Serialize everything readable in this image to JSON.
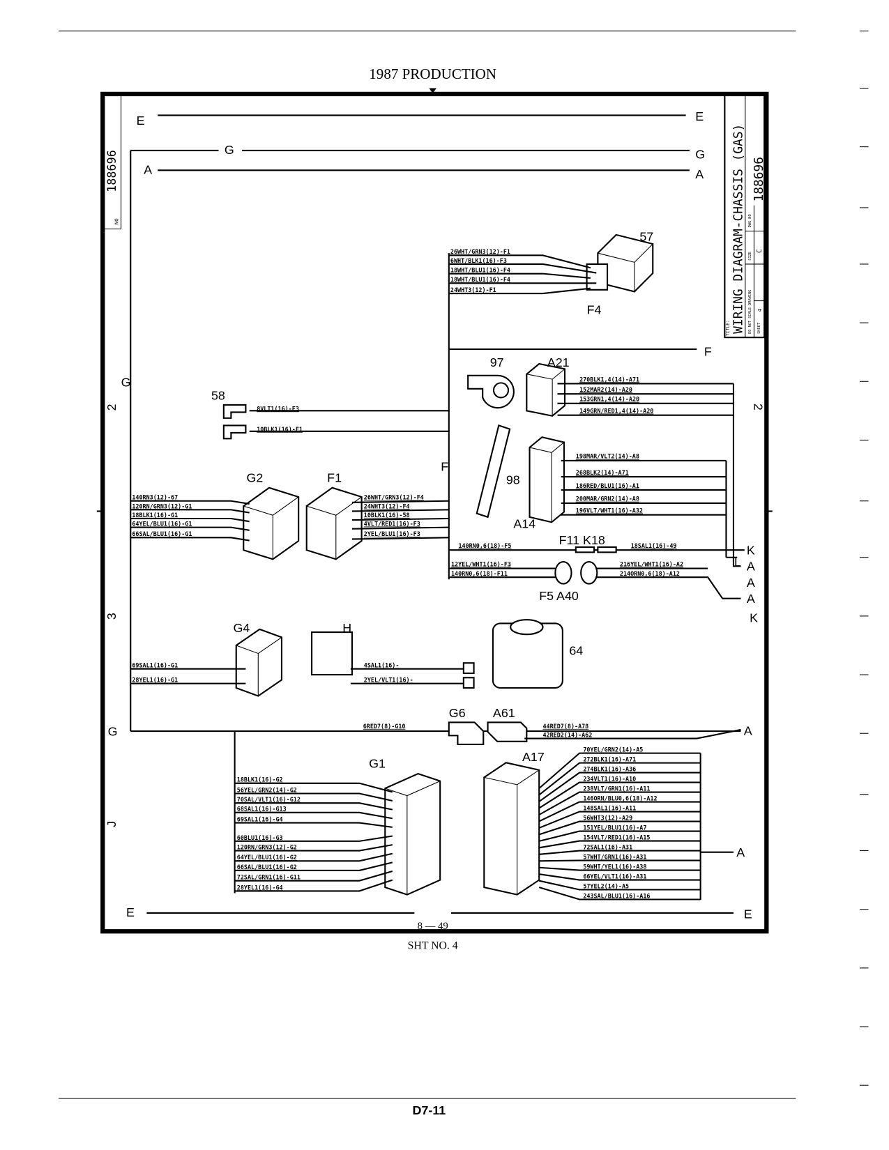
{
  "header": {
    "title": "1987 PRODUCTION"
  },
  "footer": {
    "page_ref": "8 — 49",
    "sheet": "SHT NO. 4",
    "page_number": "D7-11"
  },
  "title_block": {
    "title_label": "TITLE:",
    "title": "WIRING DIAGRAM-CHASSIS (GAS)",
    "drawing_no": "188696",
    "note": "DO NOT SCALE DRAWING",
    "size_label": "SIZE",
    "size": "C",
    "dwg_label": "DWG NO",
    "sheet_label": "SHEET",
    "sheet_value": "4"
  },
  "left_strip": {
    "drawing_no": "188696",
    "no_label": "NO"
  },
  "zones": {
    "left_top": "2",
    "left_mid": "3",
    "left_bot": "J",
    "right_top": "2",
    "right_mid": "K"
  },
  "buses": {
    "e": "E",
    "g": "G",
    "a": "A",
    "f": "F",
    "k": "K",
    "l": "L"
  },
  "components": {
    "c57": "57",
    "f4": "F4",
    "c97": "97",
    "a21": "A21",
    "c58": "58",
    "c98": "98",
    "a14": "A14",
    "f11_k18": "F11  K18",
    "f5_a40": "F5  A40",
    "g2": "G2",
    "f1": "F1",
    "g4": "G4",
    "h": "H",
    "c64": "64",
    "g6": "G6",
    "a61": "A61",
    "g1": "G1",
    "a17": "A17"
  },
  "wires": {
    "f4": [
      "26WHT/GRN3(12)-F1",
      "6WHT/BLK1(16)-F3",
      "18WHT/BLU1(16)-F4",
      "18WHT/BLU1(16)-F4",
      "24WHT3(12)-F1"
    ],
    "a21": [
      "270BLK1,4(14)-A71",
      "152MAR2(14)-A20",
      "153GRN1,4(14)-A20",
      "149GRN/RED1,4(14)-A20"
    ],
    "c58": [
      "8VLT1(16)-F3",
      "10BLK1(16)-F1"
    ],
    "a14": [
      "198MAR/VLT2(14)-A8",
      "268BLK2(14)-A71",
      "186RED/BLU1(16)-A1",
      "200MAR/GRN2(14)-A8",
      "196VLT/WHT1(16)-A32"
    ],
    "f11": [
      "140RN0,6(18)-F5",
      "18SAL1(16)-49"
    ],
    "f5": [
      "12YEL/WHT1(16)-F3",
      "140RN0,6(18)-F11"
    ],
    "a40": [
      "216YEL/WHT1(16)-A2",
      "214ORN0,6(18)-A12"
    ],
    "g2": [
      "140RN3(12)-67",
      "120RN/GRN3(12)-G1",
      "18BLK1(16)-G1",
      "64YEL/BLU1(16)-G1",
      "66SAL/BLU1(16)-G1"
    ],
    "f1": [
      "26WHT/GRN3(12)-F4",
      "24WHT3(12)-F4",
      "10BLK1(16)-58",
      "4VLT/RED1(16)-F3",
      "2YEL/BLU1(16)-F3"
    ],
    "g4": [
      "69SAL1(16)-G1",
      "28YEL1(16)-G1"
    ],
    "h": [
      "4SAL1(16)-",
      "2YEL/VLT1(16)-"
    ],
    "g6": [
      "6RED7(8)-G10"
    ],
    "a61": [
      "44RED7(8)-A78",
      "42RED2(14)-A62"
    ],
    "g1": [
      "18BLK1(16)-G2",
      "56YEL/GRN2(14)-G2",
      "70SAL/VLT1(16)-G12",
      "68SAL1(16)-G13",
      "69SAL1(16)-G4",
      "60BLU1(16)-G3",
      "120RN/GRN3(12)-G2",
      "64YEL/BLU1(16)-G2",
      "66SAL/BLU1(16)-G2",
      "72SAL/GRN1(16)-G11",
      "28YEL1(16)-G4"
    ],
    "a17": [
      "70YEL/GRN2(14)-A5",
      "272BLK1(16)-A71",
      "274BLK1(16)-A36",
      "234VLT1(16)-A10",
      "238VLT/GRN1(16)-A11",
      "146ORN/BLU0,6(18)-A12",
      "148SAL1(16)-A11",
      "56WHT3(12)-A29",
      "151YEL/BLU1(16)-A7",
      "154VLT/RED1(16)-A15",
      "72SAL1(16)-A31",
      "57WHT/GRN1(16)-A31",
      "59WHT/YEL1(16)-A38",
      "66YEL/VLT1(16)-A31",
      "57YEL2(14)-A5",
      "243SAL/BLU1(16)-A16"
    ]
  }
}
